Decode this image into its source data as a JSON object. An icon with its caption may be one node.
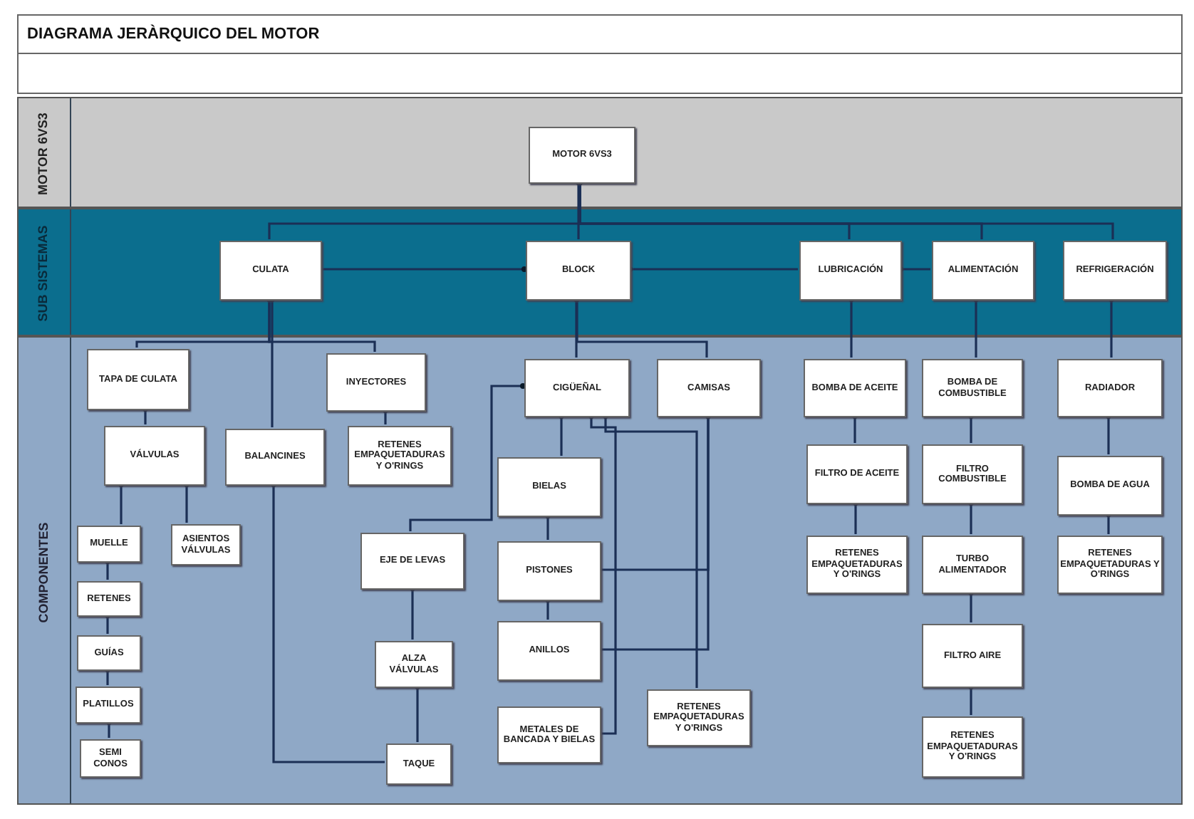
{
  "diagram": {
    "title": "DIAGRAMA JERÀRQUICO DEL MOTOR",
    "nodes": [
      {
        "text": [
          "MOTOR 6VS3"
        ]
      },
      {
        "text": [
          "MOTOR 6VS3"
        ],
        "in": 0
      },
      {
        "text": [
          "SUB SISTEMAS"
        ]
      },
      {
        "text": [
          "CULATA"
        ],
        "in": 2
      },
      {
        "text": [
          "BLOCK"
        ],
        "in": 2
      },
      {
        "text": [
          "LUBRICACIÓN"
        ],
        "in": 2
      },
      {
        "text": [
          "ALIMENTACIÓN"
        ],
        "in": 2
      },
      {
        "text": [
          "REFRIGERACIÓN"
        ],
        "in": 2
      },
      {
        "text": [
          "COMPONENTES"
        ]
      },
      {
        "text": [
          "TAPA DE CULATA"
        ],
        "in": 8
      },
      {
        "text": [
          "INYECTORES"
        ],
        "in": 8
      },
      {
        "text": [
          "CIGÜEÑAL"
        ],
        "in": 8
      },
      {
        "text": [
          "CAMISAS"
        ],
        "in": 8
      },
      {
        "text": [
          "BOMBA DE ACEITE"
        ],
        "in": 8
      },
      {
        "text": [
          "BOMBA DE COMBUSTIBLE"
        ],
        "in": 8
      },
      {
        "text": [
          "RADIADOR"
        ],
        "in": 8
      },
      {
        "text": [
          "VÁLVULAS"
        ],
        "in": 8
      },
      {
        "text": [
          "BALANCINES"
        ],
        "in": 8
      },
      {
        "text": [
          "RETENES EMPAQUETADURAS Y O'RINGS"
        ],
        "in": 8
      },
      {
        "text": [
          "BIELAS"
        ],
        "in": 8
      },
      {
        "text": [
          "FILTRO DE ACEITE"
        ],
        "in": 8
      },
      {
        "text": [
          "FILTRO COMBUSTIBLE"
        ],
        "in": 8
      },
      {
        "text": [
          "BOMBA DE AGUA"
        ],
        "in": 8
      },
      {
        "text": [
          "MUELLE"
        ],
        "in": 8
      },
      {
        "text": [
          "ASIENTOS VÁLVULAS"
        ],
        "in": 8
      },
      {
        "text": [
          "EJE DE LEVAS"
        ],
        "in": 8
      },
      {
        "text": [
          "PISTONES"
        ],
        "in": 8
      },
      {
        "text": [
          "RETENES EMPAQUETADURAS Y O'RINGS"
        ],
        "in": 8
      },
      {
        "text": [
          "TURBO ALIMENTADOR"
        ],
        "in": 8
      },
      {
        "text": [
          "RETENES EMPAQUETADURAS Y O'RINGS"
        ],
        "in": 8
      },
      {
        "text": [
          "RETENES"
        ],
        "in": 8
      },
      {
        "text": [
          "GUÍAS"
        ],
        "in": 8
      },
      {
        "text": [
          "ALZA VÁLVULAS"
        ],
        "in": 8
      },
      {
        "text": [
          "ANILLOS"
        ],
        "in": 8
      },
      {
        "text": [
          "FILTRO AIRE"
        ],
        "in": 8
      },
      {
        "text": [
          "PLATILLOS"
        ],
        "in": 8
      },
      {
        "text": [
          "TAQUE"
        ],
        "in": 8
      },
      {
        "text": [
          "METALES DE BANCADA Y BIELAS"
        ],
        "in": 8
      },
      {
        "text": [
          "RETENES EMPAQUETADURAS Y O'RINGS"
        ],
        "in": 8
      },
      {
        "text": [
          "RETENES EMPAQUETADURAS Y O'RINGS"
        ],
        "in": 8
      },
      {
        "text": [
          "SEMI CONOS"
        ],
        "in": 8
      }
    ],
    "edges": [
      {
        "from": 3,
        "to": 1,
        "arrow": "other"
      },
      {
        "from": 4,
        "to": 1,
        "arrow": "other"
      },
      {
        "from": 5,
        "to": 1,
        "arrow": "other"
      },
      {
        "from": 6,
        "to": 1,
        "arrow": "other"
      },
      {
        "from": 7,
        "to": 1,
        "arrow": "other"
      },
      {
        "from": 3,
        "to": 4,
        "arrow": "other"
      },
      {
        "from": 5,
        "to": 4,
        "arrow": "other"
      },
      {
        "from": 6,
        "to": 5,
        "arrow": "other"
      },
      {
        "from": 9,
        "to": 3,
        "arrow": "other"
      },
      {
        "from": 17,
        "to": 3,
        "arrow": "other"
      },
      {
        "from": 10,
        "to": 3,
        "arrow": "other"
      },
      {
        "from": 11,
        "to": 4,
        "arrow": "other"
      },
      {
        "from": 12,
        "to": 4,
        "arrow": "other"
      },
      {
        "from": 25,
        "to": 11,
        "arrow": "other"
      },
      {
        "from": 13,
        "to": 5,
        "arrow": "other"
      },
      {
        "from": 14,
        "to": 6,
        "arrow": "other"
      },
      {
        "from": 15,
        "to": 7,
        "arrow": "other"
      },
      {
        "from": 16,
        "to": 9,
        "arrow": "other"
      },
      {
        "from": 18,
        "to": 10,
        "arrow": "other"
      },
      {
        "from": 24,
        "to": 16,
        "arrow": "other"
      },
      {
        "from": 23,
        "to": 16,
        "arrow": "other"
      },
      {
        "from": 30,
        "to": 23,
        "arrow": "other"
      },
      {
        "from": 31,
        "to": 30,
        "arrow": "other"
      },
      {
        "from": 35,
        "to": 31,
        "arrow": "other"
      },
      {
        "from": 40,
        "to": 35,
        "arrow": "other"
      },
      {
        "from": 19,
        "to": 11,
        "arrow": "other"
      },
      {
        "from": 26,
        "to": 19,
        "arrow": "other"
      },
      {
        "from": 33,
        "to": 26,
        "arrow": "other"
      },
      {
        "from": 37,
        "to": 11,
        "arrow": "other"
      },
      {
        "from": 26,
        "to": 12,
        "arrow": "other"
      },
      {
        "from": 33,
        "to": 12,
        "arrow": "other"
      },
      {
        "from": 38,
        "to": 11,
        "arrow": "other"
      },
      {
        "from": 32,
        "to": 25,
        "arrow": "other"
      },
      {
        "from": 36,
        "to": 32,
        "arrow": "other"
      },
      {
        "from": 36,
        "to": 17,
        "arrow": "other"
      },
      {
        "from": 20,
        "to": 13,
        "arrow": "other"
      },
      {
        "from": 27,
        "to": 20,
        "arrow": "other"
      },
      {
        "from": 21,
        "to": 14,
        "arrow": "other"
      },
      {
        "from": 28,
        "to": 21,
        "arrow": "other"
      },
      {
        "from": 34,
        "to": 28,
        "arrow": "other"
      },
      {
        "from": 39,
        "to": 34,
        "arrow": "other"
      },
      {
        "from": 22,
        "to": 15,
        "arrow": "other"
      },
      {
        "from": 29,
        "to": 22,
        "arrow": "other"
      }
    ]
  }
}
